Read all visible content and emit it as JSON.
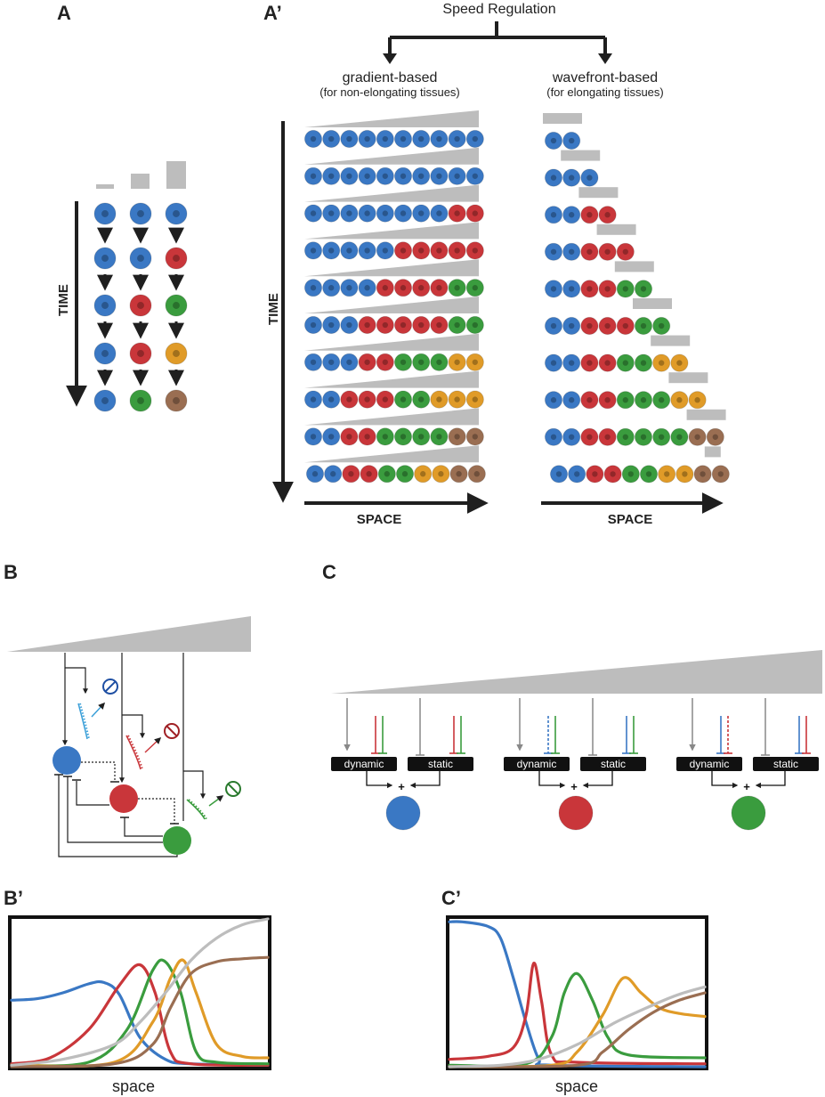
{
  "labels": {
    "A": "A",
    "A_prime": "A’",
    "B": "B",
    "C": "C",
    "B_prime": "B’",
    "C_prime": "C’"
  },
  "speed_regulation": {
    "title": "Speed Regulation",
    "gradient_title": "gradient-based",
    "gradient_sub": "(for non-elongating tissues)",
    "wavefront_title": "wavefront-based",
    "wavefront_sub": "(for elongating tissues)"
  },
  "axes": {
    "time": "TIME",
    "space": "SPACE",
    "space_lower": "space"
  },
  "colors": {
    "blue": "#3a78c4",
    "red": "#c9363a",
    "green": "#3a9c3e",
    "orange": "#e09b28",
    "brown": "#9a6e52",
    "gray": "#bdbdbd",
    "dark": "#1f1f1f"
  },
  "panel_a": {
    "columns": [
      [
        "blue",
        "blue",
        "blue",
        "blue",
        "blue"
      ],
      [
        "blue",
        "blue",
        "red",
        "red",
        "green"
      ],
      [
        "blue",
        "red",
        "green",
        "orange",
        "brown"
      ]
    ]
  },
  "panel_a_prime": {
    "gradient_rows": [
      [
        "blue",
        "blue",
        "blue",
        "blue",
        "blue",
        "blue",
        "blue",
        "blue",
        "blue",
        "blue"
      ],
      [
        "blue",
        "blue",
        "blue",
        "blue",
        "blue",
        "blue",
        "blue",
        "blue",
        "blue",
        "blue"
      ],
      [
        "blue",
        "blue",
        "blue",
        "blue",
        "blue",
        "blue",
        "blue",
        "blue",
        "red",
        "red"
      ],
      [
        "blue",
        "blue",
        "blue",
        "blue",
        "blue",
        "red",
        "red",
        "red",
        "red",
        "red"
      ],
      [
        "blue",
        "blue",
        "blue",
        "blue",
        "red",
        "red",
        "red",
        "red",
        "green",
        "green"
      ],
      [
        "blue",
        "blue",
        "blue",
        "red",
        "red",
        "red",
        "red",
        "red",
        "green",
        "green"
      ],
      [
        "blue",
        "blue",
        "blue",
        "red",
        "red",
        "green",
        "green",
        "green",
        "orange",
        "orange"
      ],
      [
        "blue",
        "blue",
        "red",
        "red",
        "red",
        "green",
        "green",
        "orange",
        "orange",
        "orange"
      ],
      [
        "blue",
        "blue",
        "red",
        "red",
        "green",
        "green",
        "green",
        "green",
        "brown",
        "brown"
      ],
      [
        "blue",
        "blue",
        "red",
        "red",
        "green",
        "green",
        "orange",
        "orange",
        "brown",
        "brown"
      ]
    ],
    "wavefront_rows": [
      [
        "blue",
        "blue"
      ],
      [
        "blue",
        "blue",
        "blue"
      ],
      [
        "blue",
        "blue",
        "red",
        "red"
      ],
      [
        "blue",
        "blue",
        "red",
        "red",
        "red"
      ],
      [
        "blue",
        "blue",
        "red",
        "red",
        "green",
        "green"
      ],
      [
        "blue",
        "blue",
        "red",
        "red",
        "red",
        "green",
        "green"
      ],
      [
        "blue",
        "blue",
        "red",
        "red",
        "green",
        "green",
        "orange",
        "orange"
      ],
      [
        "blue",
        "blue",
        "red",
        "red",
        "green",
        "green",
        "green",
        "orange",
        "orange"
      ],
      [
        "blue",
        "blue",
        "red",
        "red",
        "green",
        "green",
        "green",
        "green",
        "brown",
        "brown"
      ],
      [
        "blue",
        "blue",
        "red",
        "red",
        "green",
        "green",
        "orange",
        "orange",
        "brown",
        "brown"
      ]
    ]
  },
  "panel_c": {
    "units": [
      {
        "dynamic": "dynamic",
        "static": "static",
        "plus": "+",
        "color": "blue"
      },
      {
        "dynamic": "dynamic",
        "static": "static",
        "plus": "+",
        "color": "red"
      },
      {
        "dynamic": "dynamic",
        "static": "static",
        "plus": "+",
        "color": "green"
      }
    ]
  },
  "chart_data": [
    {
      "type": "line",
      "xlabel": "space",
      "series": [
        {
          "color": "blue",
          "x": [
            0,
            0.1,
            0.2,
            0.3,
            0.36,
            0.42,
            0.5,
            0.6,
            0.7,
            1.0
          ],
          "y": [
            0.45,
            0.46,
            0.5,
            0.56,
            0.57,
            0.49,
            0.2,
            0.05,
            0.02,
            0.01
          ]
        },
        {
          "color": "red",
          "x": [
            0,
            0.15,
            0.3,
            0.42,
            0.5,
            0.56,
            0.62,
            0.7,
            1.0
          ],
          "y": [
            0.02,
            0.06,
            0.25,
            0.55,
            0.69,
            0.5,
            0.1,
            0.02,
            0.01
          ]
        },
        {
          "color": "green",
          "x": [
            0,
            0.3,
            0.45,
            0.55,
            0.6,
            0.66,
            0.72,
            0.8,
            1.0
          ],
          "y": [
            0.01,
            0.03,
            0.25,
            0.65,
            0.71,
            0.5,
            0.1,
            0.03,
            0.02
          ]
        },
        {
          "color": "orange",
          "x": [
            0,
            0.4,
            0.55,
            0.62,
            0.67,
            0.72,
            0.8,
            0.9,
            1.0
          ],
          "y": [
            0.01,
            0.03,
            0.3,
            0.6,
            0.72,
            0.5,
            0.15,
            0.07,
            0.06
          ]
        },
        {
          "color": "brown",
          "x": [
            0,
            0.4,
            0.55,
            0.62,
            0.7,
            0.8,
            0.9,
            1.0
          ],
          "y": [
            0.0,
            0.02,
            0.15,
            0.4,
            0.63,
            0.71,
            0.73,
            0.74
          ]
        },
        {
          "color": "gray",
          "x": [
            0,
            0.2,
            0.4,
            0.5,
            0.6,
            0.7,
            0.8,
            0.9,
            1.0
          ],
          "y": [
            0.01,
            0.05,
            0.15,
            0.3,
            0.5,
            0.72,
            0.87,
            0.96,
            1.0
          ]
        }
      ]
    },
    {
      "type": "line",
      "xlabel": "space",
      "series": [
        {
          "color": "blue",
          "x": [
            0,
            0.05,
            0.15,
            0.2,
            0.25,
            0.3,
            0.35,
            0.4,
            1.0
          ],
          "y": [
            0.98,
            0.98,
            0.95,
            0.87,
            0.6,
            0.3,
            0.05,
            0.01,
            0.0
          ]
        },
        {
          "color": "red",
          "x": [
            0,
            0.15,
            0.25,
            0.3,
            0.33,
            0.36,
            0.4,
            0.5,
            1.0
          ],
          "y": [
            0.05,
            0.07,
            0.13,
            0.35,
            0.7,
            0.45,
            0.08,
            0.03,
            0.02
          ]
        },
        {
          "color": "green",
          "x": [
            0,
            0.3,
            0.4,
            0.45,
            0.5,
            0.56,
            0.62,
            0.7,
            1.0
          ],
          "y": [
            0.01,
            0.02,
            0.2,
            0.5,
            0.63,
            0.45,
            0.2,
            0.08,
            0.06
          ]
        },
        {
          "color": "orange",
          "x": [
            0,
            0.4,
            0.5,
            0.6,
            0.68,
            0.75,
            0.82,
            0.9,
            1.0
          ],
          "y": [
            0.0,
            0.01,
            0.1,
            0.35,
            0.6,
            0.5,
            0.4,
            0.36,
            0.34
          ]
        },
        {
          "color": "brown",
          "x": [
            0,
            0.5,
            0.6,
            0.7,
            0.8,
            0.9,
            1.0
          ],
          "y": [
            0.0,
            0.01,
            0.1,
            0.25,
            0.37,
            0.45,
            0.5
          ]
        },
        {
          "color": "gray",
          "x": [
            0,
            0.2,
            0.35,
            0.5,
            0.65,
            0.8,
            0.9,
            1.0
          ],
          "y": [
            0.0,
            0.01,
            0.05,
            0.15,
            0.3,
            0.42,
            0.49,
            0.54
          ]
        }
      ]
    }
  ]
}
